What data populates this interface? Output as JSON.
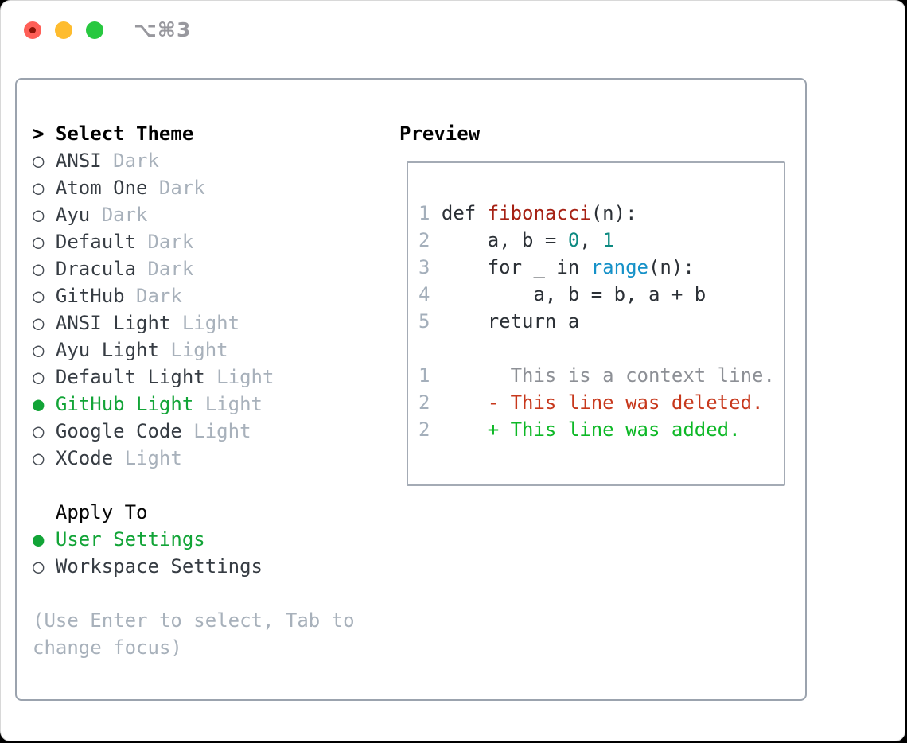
{
  "window": {
    "shortcut_label": "⌥⌘3",
    "traffic_lights": {
      "close_color": "#ff5f57",
      "close_dot_color": "#8d1407",
      "minimize_color": "#febc2e",
      "zoom_color": "#28c840"
    }
  },
  "theme_picker": {
    "header_marker": ">",
    "header": "Select Theme",
    "icons": {
      "radio_unselected": "○",
      "radio_selected": "●"
    },
    "items": [
      {
        "name": "ANSI",
        "tag": "Dark",
        "selected": false
      },
      {
        "name": "Atom One",
        "tag": "Dark",
        "selected": false
      },
      {
        "name": "Ayu",
        "tag": "Dark",
        "selected": false
      },
      {
        "name": "Default",
        "tag": "Dark",
        "selected": false
      },
      {
        "name": "Dracula",
        "tag": "Dark",
        "selected": false
      },
      {
        "name": "GitHub",
        "tag": "Dark",
        "selected": false
      },
      {
        "name": "ANSI Light",
        "tag": "Light",
        "selected": false
      },
      {
        "name": "Ayu Light",
        "tag": "Light",
        "selected": false
      },
      {
        "name": "Default Light",
        "tag": "Light",
        "selected": false
      },
      {
        "name": "GitHub Light",
        "tag": "Light",
        "selected": true
      },
      {
        "name": "Google Code",
        "tag": "Light",
        "selected": false
      },
      {
        "name": "XCode",
        "tag": "Light",
        "selected": false
      }
    ],
    "apply_to": {
      "header": "Apply To",
      "options": [
        {
          "label": "User Settings",
          "selected": true
        },
        {
          "label": "Workspace Settings",
          "selected": false
        }
      ]
    },
    "hint_lines": [
      "(Use Enter to select, Tab to",
      "change focus)"
    ]
  },
  "preview": {
    "header": "Preview",
    "code_lines": [
      {
        "no": "1",
        "segments": [
          {
            "text": "def ",
            "style": "plain"
          },
          {
            "text": "fibonacci",
            "style": "function"
          },
          {
            "text": "(n):",
            "style": "plain"
          }
        ]
      },
      {
        "no": "2",
        "segments": [
          {
            "text": "    a, b = ",
            "style": "plain"
          },
          {
            "text": "0",
            "style": "number"
          },
          {
            "text": ", ",
            "style": "plain"
          },
          {
            "text": "1",
            "style": "number"
          }
        ]
      },
      {
        "no": "3",
        "segments": [
          {
            "text": "    for _ in ",
            "style": "plain"
          },
          {
            "text": "range",
            "style": "builtin"
          },
          {
            "text": "(n):",
            "style": "plain"
          }
        ]
      },
      {
        "no": "4",
        "segments": [
          {
            "text": "        a, b = b, a + b",
            "style": "plain"
          }
        ]
      },
      {
        "no": "5",
        "segments": [
          {
            "text": "    return a",
            "style": "plain"
          }
        ]
      },
      {
        "no": "",
        "segments": []
      },
      {
        "no": "1",
        "segments": [
          {
            "text": "      This is a context line.",
            "style": "context"
          }
        ]
      },
      {
        "no": "2",
        "segments": [
          {
            "text": "    - This line was deleted.",
            "style": "deleted"
          }
        ]
      },
      {
        "no": "2",
        "segments": [
          {
            "text": "    + This line was added.",
            "style": "added"
          }
        ]
      }
    ]
  },
  "colors": {
    "accent_green": "#12a437",
    "added_green": "#0db826",
    "deleted_red": "#c7381c",
    "function_red": "#a62114",
    "number_teal": "#0d8a81",
    "builtin_blue": "#1591c8",
    "muted_gray": "#a8b1bb",
    "line_number_gray": "#a4afbb",
    "context_gray": "#8d9096",
    "panel_border_gray": "#9ba3ae"
  }
}
